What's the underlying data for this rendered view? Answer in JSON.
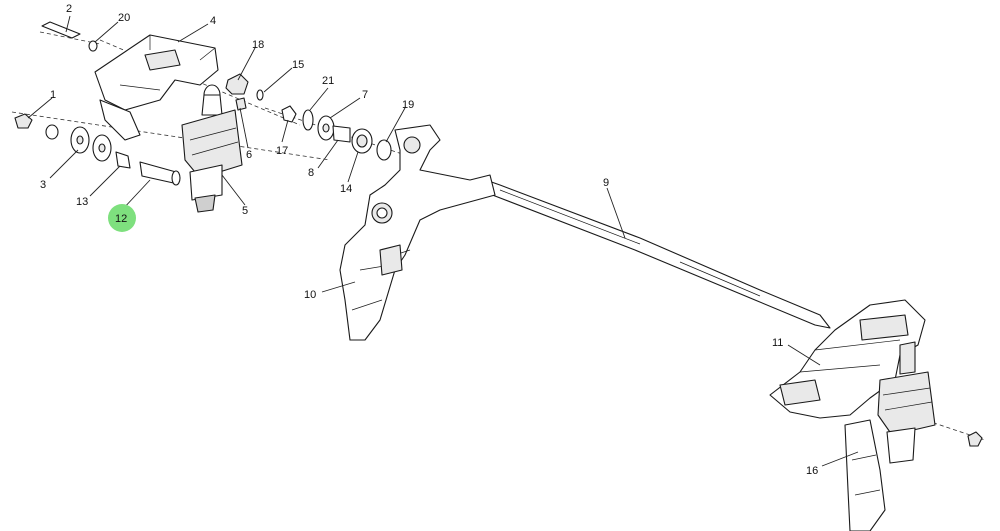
{
  "callouts": {
    "c1": "1",
    "c2": "2",
    "c3": "3",
    "c4": "4",
    "c5": "5",
    "c6": "6",
    "c7": "7",
    "c8": "8",
    "c9": "9",
    "c10": "10",
    "c11": "11",
    "c12": "12",
    "c13": "13",
    "c14": "14",
    "c15": "15",
    "c16": "16",
    "c17": "17",
    "c18": "18",
    "c19": "19",
    "c20": "20",
    "c21": "21"
  },
  "highlight": {
    "callout": "12",
    "color": "#7ee07e"
  }
}
